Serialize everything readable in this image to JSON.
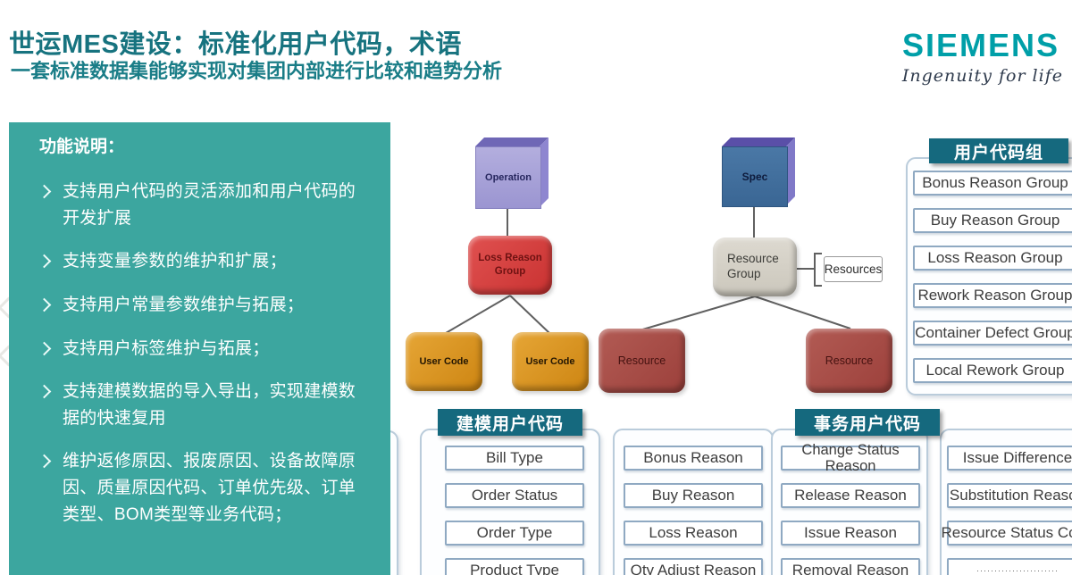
{
  "header": {
    "title": "世运MES建设：标准化用户代码，术语",
    "subtitle": "一套标准数据集能够实现对集团内部进行比较和趋势分析",
    "logo": "SIEMENS",
    "tagline": "Ingenuity for life"
  },
  "sidebar": {
    "heading": "功能说明：",
    "bullets": [
      "支持用户代码的灵活添加和用户代码的开发扩展",
      "支持变量参数的维护和扩展；",
      "支持用户常量参数维护与拓展；",
      "支持用户标签维护与拓展；",
      "支持建模数据的导入导出，实现建模数据的快速复用",
      "维护返修原因、报废原因、设备故障原因、质量原因代码、订单优先级、订单类型、BOM类型等业务代码；"
    ]
  },
  "diagram": {
    "operation_label": "Operation",
    "spec_label": "Spec",
    "loss_reason_group": "Loss Reason Group",
    "resource_group": "Resource Group",
    "resources_label": "Resources",
    "user_code": "User Code",
    "resource": "Resource"
  },
  "user_code_groups": {
    "header": "用户代码组",
    "items": [
      "Bonus Reason Group",
      "Buy Reason Group",
      "Loss Reason Group",
      "Rework Reason Group",
      "Container Defect Group",
      "Local Rework Group"
    ]
  },
  "modeling_user_codes": {
    "header": "建模用户代码",
    "items": [
      "Bill Type",
      "Order Status",
      "Order Type",
      "Product Type"
    ]
  },
  "transaction_user_codes": {
    "header": "事务用户代码",
    "col1": [
      "Bonus Reason",
      "Buy Reason",
      "Loss Reason",
      "Qty Adjust Reason"
    ],
    "col2": [
      "Change Status Reason",
      "Release Reason",
      "Issue Reason",
      "Removal Reason"
    ],
    "col3": [
      "Issue Difference",
      "Substitution Reason",
      "Resource Status Code",
      "·······················"
    ]
  },
  "icons": {
    "bullet": "arrow-right-icon",
    "nav": "chevron-left-icon"
  },
  "colors": {
    "sidebar_teal": "#3CA69F",
    "header_bar_teal": "#15697E",
    "title_teal": "#17737F",
    "siemens_teal": "#009FA8",
    "red_box": "#D23C3A",
    "orange_box": "#DD941F",
    "brick_box": "#A8504A",
    "gray_box": "#D5D2C8",
    "lavender_cube": "#A8A3D8",
    "blue_cube": "#3F6C9C",
    "item_border": "#8FA9C2"
  }
}
